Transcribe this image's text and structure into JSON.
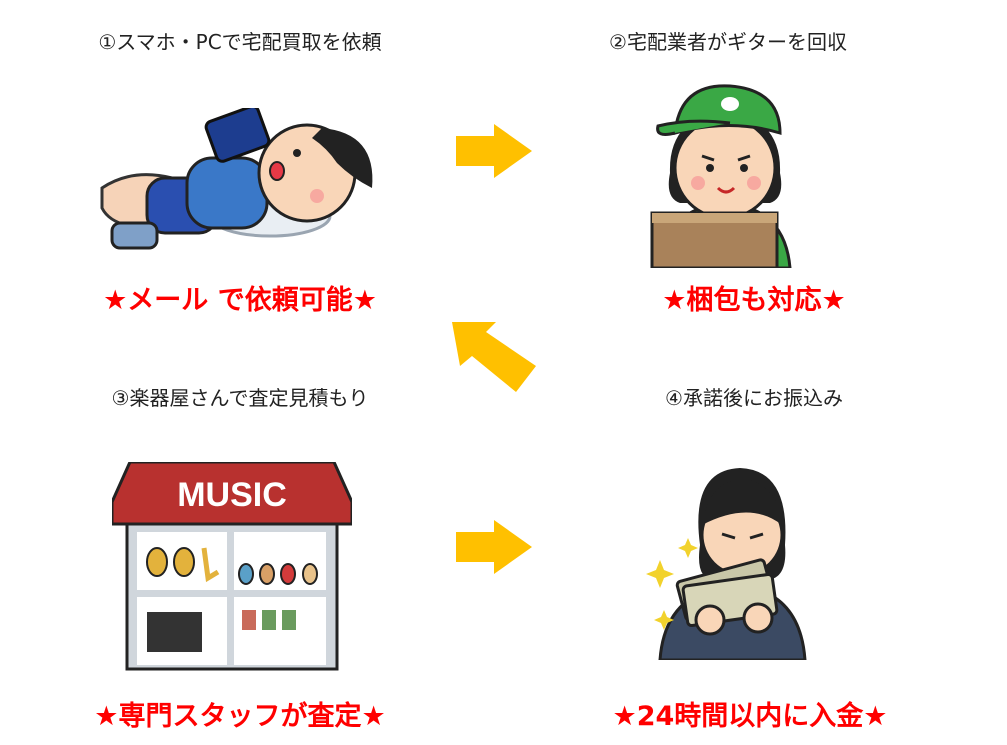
{
  "steps": [
    {
      "title": "①スマホ・PCで宅配買取を依頼",
      "highlight": "★メール で依頼可能★",
      "icon": "person-lying-with-smartphone"
    },
    {
      "title": "②宅配業者がギターを回収",
      "highlight": "★梱包も対応★",
      "icon": "delivery-staff-with-box"
    },
    {
      "title": "③楽器屋さんで査定見積もり",
      "highlight": "★専門スタッフが査定★",
      "icon": "music-store",
      "store_sign": "MUSIC"
    },
    {
      "title": "④承諾後にお振込み",
      "highlight": "★24時間以内に入金★",
      "icon": "person-counting-money"
    }
  ],
  "colors": {
    "highlight": "#ff0000",
    "arrow": "#ffc000",
    "store_roof": "#b8312f"
  }
}
